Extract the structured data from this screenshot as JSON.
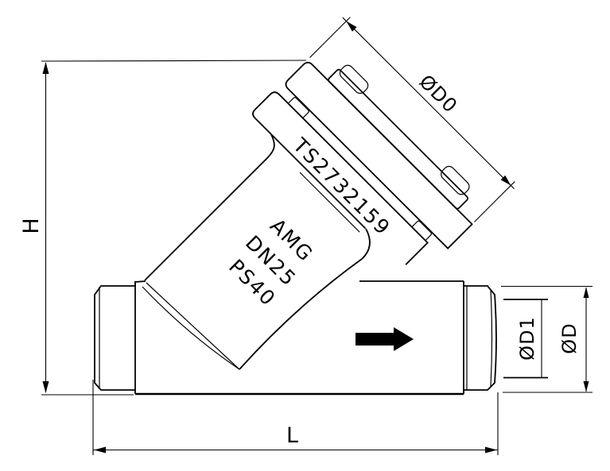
{
  "page": {
    "background": "#ffffff",
    "ink": "#000000"
  },
  "drawing": {
    "dimension_labels": {
      "height": "H",
      "length": "L",
      "outer_diameter": "ØD",
      "bore_diameter": "ØD1",
      "cap_diameter": "ØD0"
    },
    "body_markings": {
      "code": "TS2732159",
      "line1": "AMG",
      "line2": "DN25",
      "line3": "PS40"
    },
    "flow_arrow": {
      "icon": "right-arrow",
      "direction": "right"
    }
  }
}
